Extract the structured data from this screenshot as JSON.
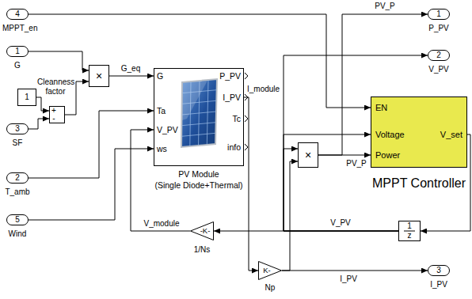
{
  "diagram": {
    "nodes": [
      {
        "text": [
          "4",
          "MPPT_en"
        ]
      },
      {
        "text": [
          "1",
          "G"
        ]
      },
      {
        "text": [
          "×"
        ]
      },
      {
        "text": [
          "G",
          "Ta",
          "V_PV",
          "ws",
          "P_PV",
          "I_PV",
          "Tc",
          "info",
          "PV Module",
          "(Single Diode+Thermal)"
        ]
      },
      {
        "text": [
          "1"
        ]
      },
      {
        "text": [
          "+",
          "-"
        ]
      },
      {
        "text": [
          "3",
          "SF"
        ]
      },
      {
        "text": [
          "2",
          "T_amb"
        ]
      },
      {
        "text": [
          "5",
          "Wind"
        ]
      },
      {
        "text": [
          "1",
          "P_PV"
        ]
      },
      {
        "text": [
          "2",
          "V_PV"
        ]
      },
      {
        "text": [
          "EN",
          "Voltage",
          "Power",
          "V_set",
          "MPPT Controller"
        ]
      },
      {
        "text": [
          "×"
        ]
      },
      {
        "text": [
          "-K-",
          "1/Ns"
        ]
      },
      {
        "text": [
          "1",
          "z"
        ]
      },
      {
        "text": [
          "K-",
          "Np"
        ]
      },
      {
        "text": [
          "3",
          "I_PV"
        ]
      }
    ],
    "edges": [
      {
        "from": 0,
        "to": 11,
        "arrow": "to"
      },
      {
        "from": 1,
        "to": 2,
        "arrow": "to"
      },
      {
        "from": 4,
        "to": 5,
        "arrow": "to"
      },
      {
        "from": 6,
        "to": 5,
        "arrow": "to"
      },
      {
        "from": 5,
        "to": 2,
        "arrow": "to",
        "label": "Cleanness factor"
      },
      {
        "from": 2,
        "to": 3,
        "arrow": "to",
        "label": "G_eq"
      },
      {
        "from": 7,
        "to": 3,
        "arrow": "to"
      },
      {
        "from": 8,
        "to": 3,
        "arrow": "to"
      },
      {
        "from": 3,
        "to": 15,
        "arrow": "to",
        "label": "I_module"
      },
      {
        "from": 15,
        "to": 16,
        "arrow": "to",
        "label": "I_PV"
      },
      {
        "from": 15,
        "to": 12,
        "arrow": "to"
      },
      {
        "from": 14,
        "to": 13,
        "arrow": "to",
        "label": "V_PV"
      },
      {
        "from": 14,
        "to": 11,
        "arrow": "to"
      },
      {
        "from": 14,
        "to": 12,
        "arrow": "to"
      },
      {
        "from": 14,
        "to": 10,
        "arrow": "to"
      },
      {
        "from": 13,
        "to": 3,
        "arrow": "to",
        "label": "V_module"
      },
      {
        "from": 12,
        "to": 9,
        "arrow": "to",
        "label": "PV_P"
      },
      {
        "from": 12,
        "to": 11,
        "arrow": "to",
        "label": "PV_P"
      },
      {
        "from": 11,
        "to": 14,
        "arrow": "to"
      }
    ]
  }
}
